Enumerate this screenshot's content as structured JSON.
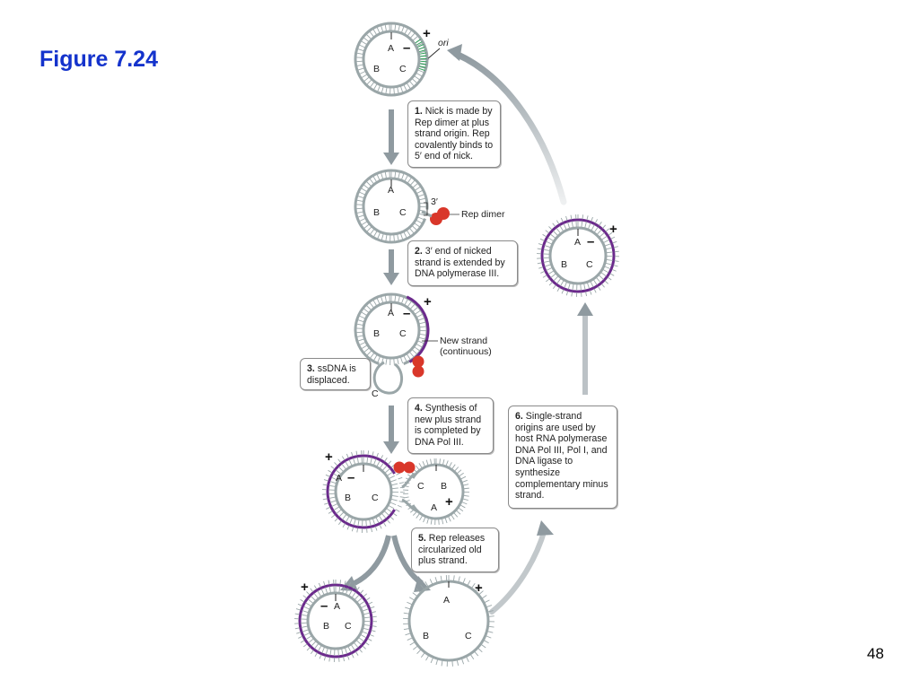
{
  "title": "Figure 7.24",
  "page_number": "48",
  "colors": {
    "title": "#1433cc",
    "duplex": "#9aa6a8",
    "new_strand": "#6b2a8c",
    "ori": "#2e9d57",
    "rep": "#d9372a",
    "arrow": "#8f9aa0"
  },
  "steps": [
    {
      "num": "1.",
      "text": "Nick is made by Rep dimer at plus strand origin. Rep covalently binds to 5′ end of nick."
    },
    {
      "num": "2.",
      "text": "3′ end of nicked strand is extended by DNA polymerase III."
    },
    {
      "num": "3.",
      "text": "ssDNA is displaced."
    },
    {
      "num": "4.",
      "text": "Synthesis of new plus strand is completed by DNA Pol III."
    },
    {
      "num": "5.",
      "text": "Rep releases circularized old plus strand."
    },
    {
      "num": "6.",
      "text": "Single-strand origins are used by host RNA polymerase DNA Pol III, Pol I, and DNA ligase to synthesize complementary minus strand."
    }
  ],
  "labels": {
    "ori": "ori",
    "three_prime": "3′",
    "rep_dimer": "Rep dimer",
    "new_strand": "New strand (continuous)",
    "plus": "+",
    "minus": "–",
    "a": "A",
    "b": "B",
    "c": "C"
  }
}
